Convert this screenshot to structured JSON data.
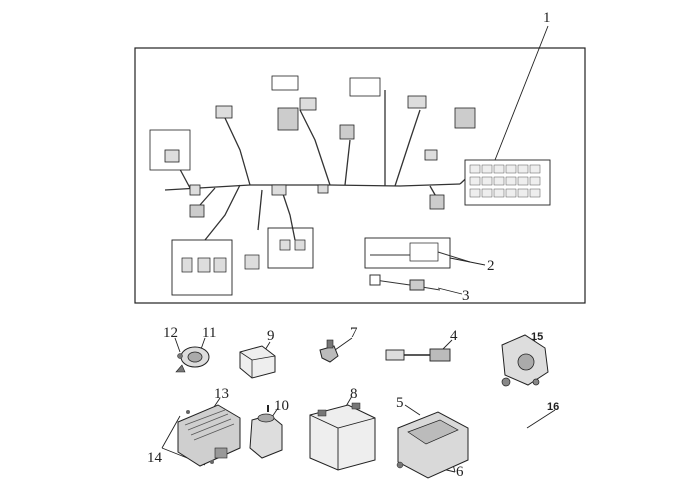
{
  "callouts": [
    {
      "id": "1",
      "label": "1"
    },
    {
      "id": "2",
      "label": "2"
    },
    {
      "id": "3",
      "label": "3"
    },
    {
      "id": "4",
      "label": "4"
    },
    {
      "id": "5",
      "label": "5"
    },
    {
      "id": "6",
      "label": "6"
    },
    {
      "id": "7",
      "label": "7"
    },
    {
      "id": "8",
      "label": "8"
    },
    {
      "id": "9",
      "label": "9"
    },
    {
      "id": "10",
      "label": "10"
    },
    {
      "id": "11",
      "label": "11"
    },
    {
      "id": "12",
      "label": "12"
    },
    {
      "id": "13",
      "label": "13"
    },
    {
      "id": "14",
      "label": "14"
    },
    {
      "id": "15",
      "label": "15"
    },
    {
      "id": "16",
      "label": "16"
    }
  ],
  "colors": {
    "ink": "#222222",
    "paper": "#ffffff",
    "fill_light": "#e6e6e6",
    "fill_mid": "#bdbdbd",
    "fill_dark": "#555555"
  }
}
